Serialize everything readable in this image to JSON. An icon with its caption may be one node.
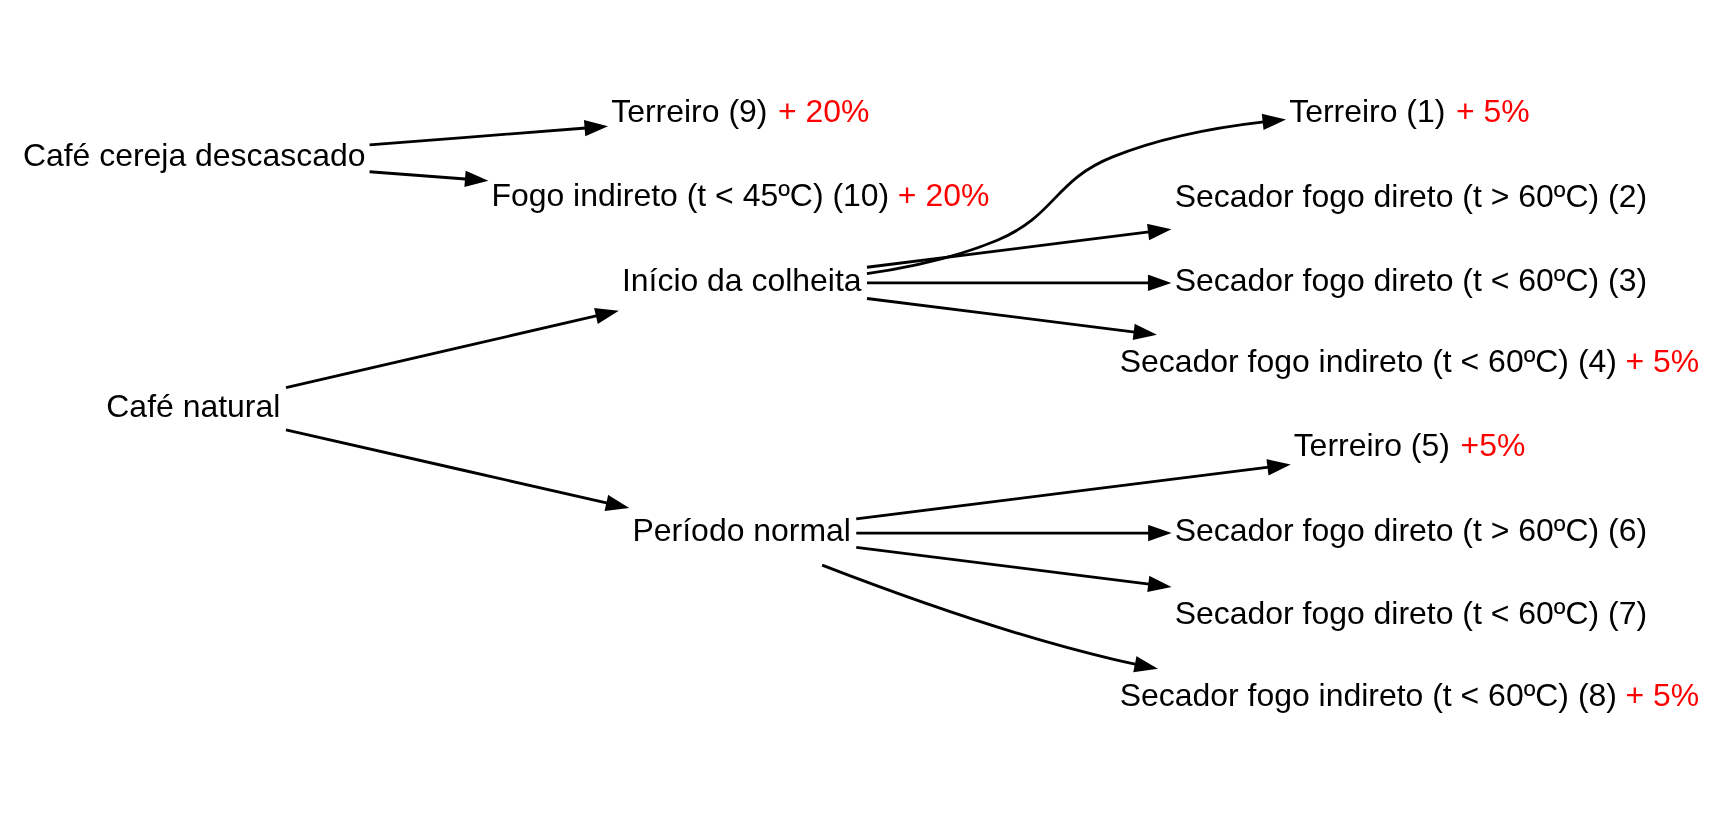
{
  "diagram": {
    "nodes": [
      {
        "text": [
          "Café natural"
        ]
      },
      {
        "text": [
          "Início da colheita"
        ]
      },
      {
        "text": [
          "Período normal"
        ]
      },
      {
        "text": [
          "Terreiro (1)",
          "+ 5%"
        ]
      },
      {
        "text": [
          "Secador fogo direto (t > 60ºC) (2)"
        ]
      },
      {
        "text": [
          "Secador fogo direto (t < 60ºC) (3)"
        ]
      },
      {
        "text": [
          "Secador fogo indireto (t < 60ºC) (4)",
          "+ 5%"
        ]
      },
      {
        "text": [
          "Terreiro (5)",
          "+5%"
        ]
      },
      {
        "text": [
          "Secador fogo direto (t > 60ºC) (6)"
        ]
      },
      {
        "text": [
          "Secador fogo direto (t < 60ºC) (7)"
        ]
      },
      {
        "text": [
          "Secador fogo indireto (t < 60ºC) (8)",
          "+ 5%"
        ]
      },
      {
        "text": [
          "Café cereja descascado"
        ]
      },
      {
        "text": [
          "Terreiro (9)",
          "+ 20%"
        ]
      },
      {
        "text": [
          "Fogo indireto (t < 45ºC) (10)",
          "+ 20%"
        ]
      }
    ],
    "edges": [
      {
        "from": 0,
        "to": 1,
        "arrow": "to"
      },
      {
        "from": 0,
        "to": 2,
        "arrow": "to"
      },
      {
        "from": 1,
        "to": 3,
        "arrow": "to"
      },
      {
        "from": 1,
        "to": 4,
        "arrow": "to"
      },
      {
        "from": 1,
        "to": 5,
        "arrow": "to"
      },
      {
        "from": 1,
        "to": 6,
        "arrow": "to"
      },
      {
        "from": 2,
        "to": 7,
        "arrow": "to"
      },
      {
        "from": 2,
        "to": 8,
        "arrow": "to"
      },
      {
        "from": 2,
        "to": 9,
        "arrow": "to"
      },
      {
        "from": 2,
        "to": 10,
        "arrow": "to"
      },
      {
        "from": 11,
        "to": 12,
        "arrow": "to"
      },
      {
        "from": 11,
        "to": 13,
        "arrow": "to"
      }
    ]
  }
}
